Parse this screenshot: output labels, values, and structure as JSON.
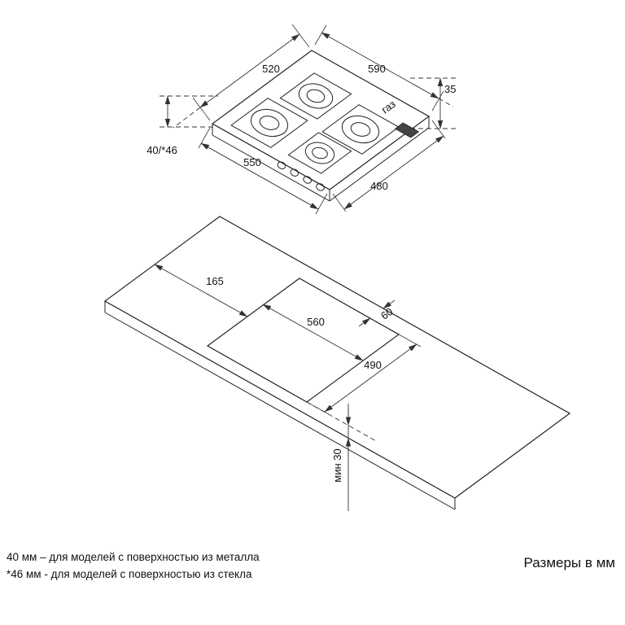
{
  "diagram": {
    "hob": {
      "width_inner": "520",
      "width_total": "590",
      "gas_offset": "35",
      "gas": "газ",
      "height": "40/*46",
      "depth_total": "550",
      "depth_inner": "480"
    },
    "cutout": {
      "side": "165",
      "rear_gap": "60",
      "width": "560",
      "depth": "490",
      "front_min": "мин 30"
    },
    "footnotes": [
      "40 мм – для моделей с поверхностью из металла",
      "*46 мм - для моделей с поверхностью из стекла"
    ],
    "caption": "Размеры в мм"
  }
}
